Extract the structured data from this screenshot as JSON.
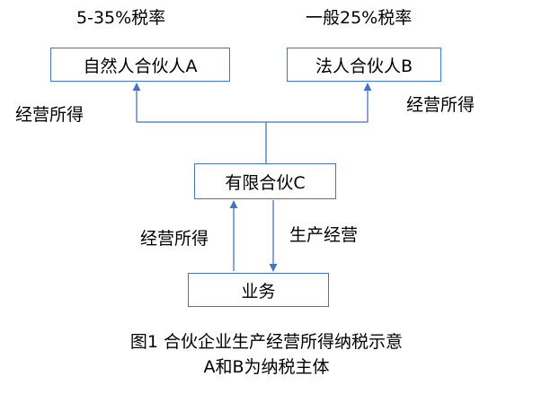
{
  "diagram": {
    "partner_a": {
      "rate": "5-35%税率",
      "name": "自然人合伙人A"
    },
    "partner_b": {
      "rate": "一般25%税率",
      "name": "法人合伙人B"
    },
    "entity_c": {
      "name": "有限合伙C"
    },
    "business": {
      "name": "业务"
    },
    "edges": {
      "income_left": "经营所得",
      "income_right": "经营所得",
      "income_lower": "经营所得",
      "production": "生产经营"
    },
    "caption": {
      "line1": "图1 合伙企业生产经营所得纳税示意",
      "line2": "A和B为纳税主体"
    },
    "colors": {
      "line": "#4472c4",
      "text": "#000000"
    }
  }
}
